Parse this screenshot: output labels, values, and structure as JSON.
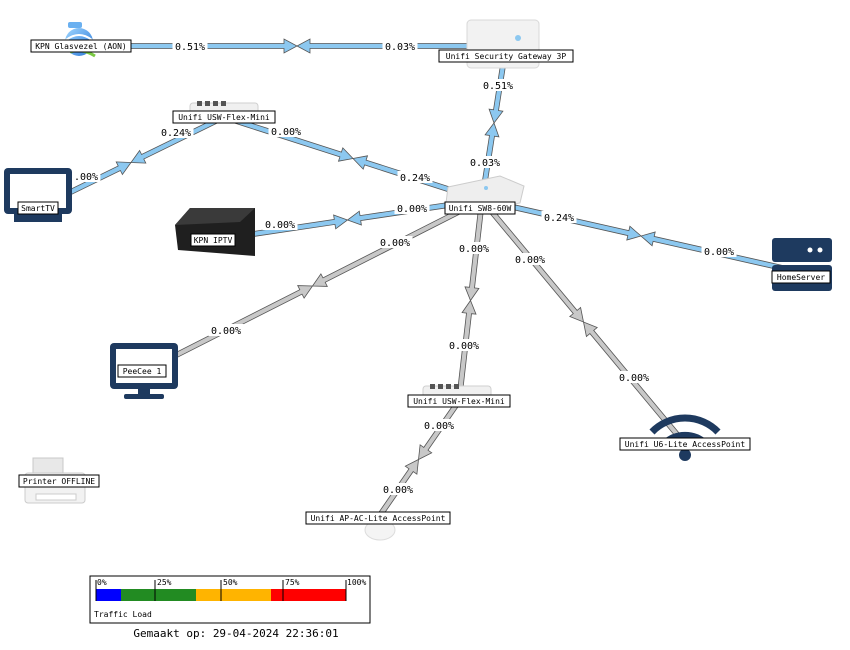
{
  "nodes": [
    {
      "id": "kpn-glas",
      "label": "KPN Glasvezel (AON)",
      "icon": "globe-icon"
    },
    {
      "id": "usg",
      "label": "Unifi Security Gateway 3P",
      "icon": "gateway-icon"
    },
    {
      "id": "flex1",
      "label": "Unifi USW-Flex-Mini",
      "icon": "switch-icon"
    },
    {
      "id": "smarttv",
      "label": "SmartTV",
      "icon": "monitor-icon"
    },
    {
      "id": "iptv",
      "label": "KPN IPTV",
      "icon": "settop-box-icon"
    },
    {
      "id": "sw60",
      "label": "Unifi SW8-60W",
      "icon": "switch-icon"
    },
    {
      "id": "homeserver",
      "label": "HomeServer",
      "icon": "server-icon"
    },
    {
      "id": "peecee",
      "label": "PeeCee 1",
      "icon": "monitor-icon"
    },
    {
      "id": "flex2",
      "label": "Unifi USW-Flex-Mini",
      "icon": "switch-icon"
    },
    {
      "id": "u6lite",
      "label": "Unifi U6-Lite AccessPoint",
      "icon": "wifi-icon"
    },
    {
      "id": "printer",
      "label": "Printer OFFLINE",
      "icon": "printer-icon"
    },
    {
      "id": "apac",
      "label": "Unifi AP-AC-Lite AccessPoint",
      "icon": "access-point-icon"
    }
  ],
  "links": [
    {
      "id": "kpn-usg",
      "from": "kpn-glas",
      "to": "usg",
      "a_pct": "0.51%",
      "b_pct": "0.03%",
      "color": "#8cc8f0"
    },
    {
      "id": "usg-sw60",
      "from": "usg",
      "to": "sw60",
      "a_pct": "0.51%",
      "b_pct": "0.03%",
      "color": "#8cc8f0"
    },
    {
      "id": "flex1-smarttv",
      "from": "flex1",
      "to": "smarttv",
      "a_pct": "0.24%",
      "b_pct": ".00%",
      "color": "#8cc8f0"
    },
    {
      "id": "flex1-sw60",
      "from": "flex1",
      "to": "sw60",
      "a_pct": "0.00%",
      "b_pct": "0.24%",
      "color": "#8cc8f0"
    },
    {
      "id": "iptv-sw60",
      "from": "iptv",
      "to": "sw60",
      "a_pct": "0.00%",
      "b_pct": "0.00%",
      "color": "#8cc8f0"
    },
    {
      "id": "sw60-homeserver",
      "from": "sw60",
      "to": "homeserver",
      "a_pct": "0.24%",
      "b_pct": "0.00%",
      "color": "#8cc8f0"
    },
    {
      "id": "sw60-peecee",
      "from": "sw60",
      "to": "peecee",
      "a_pct": "0.00%",
      "b_pct": "0.00%",
      "color": "#c8c8c8"
    },
    {
      "id": "sw60-flex2",
      "from": "sw60",
      "to": "flex2",
      "a_pct": "0.00%",
      "b_pct": "0.00%",
      "color": "#c8c8c8"
    },
    {
      "id": "sw60-u6lite",
      "from": "sw60",
      "to": "u6lite",
      "a_pct": "0.00%",
      "b_pct": "0.00%",
      "color": "#c8c8c8"
    },
    {
      "id": "flex2-apac",
      "from": "flex2",
      "to": "apac",
      "a_pct": "0.00%",
      "b_pct": "0.00%",
      "color": "#c8c8c8"
    }
  ],
  "legend": {
    "title": "Traffic Load",
    "ticks": [
      "0%",
      "25%",
      "50%",
      "75%",
      "100%"
    ],
    "bands": [
      {
        "from": 0,
        "to": 10,
        "color": "#0000ff"
      },
      {
        "from": 10,
        "to": 40,
        "color": "#228b22"
      },
      {
        "from": 40,
        "to": 70,
        "color": "#ffb400"
      },
      {
        "from": 70,
        "to": 100,
        "color": "#ff0000"
      }
    ]
  },
  "footer": {
    "text": "Gemaakt op: 29-04-2024 22:36:01"
  },
  "colors": {
    "icon_navy": "#1e3a5f",
    "link_active": "#8cc8f0",
    "link_idle": "#c8c8c8"
  }
}
